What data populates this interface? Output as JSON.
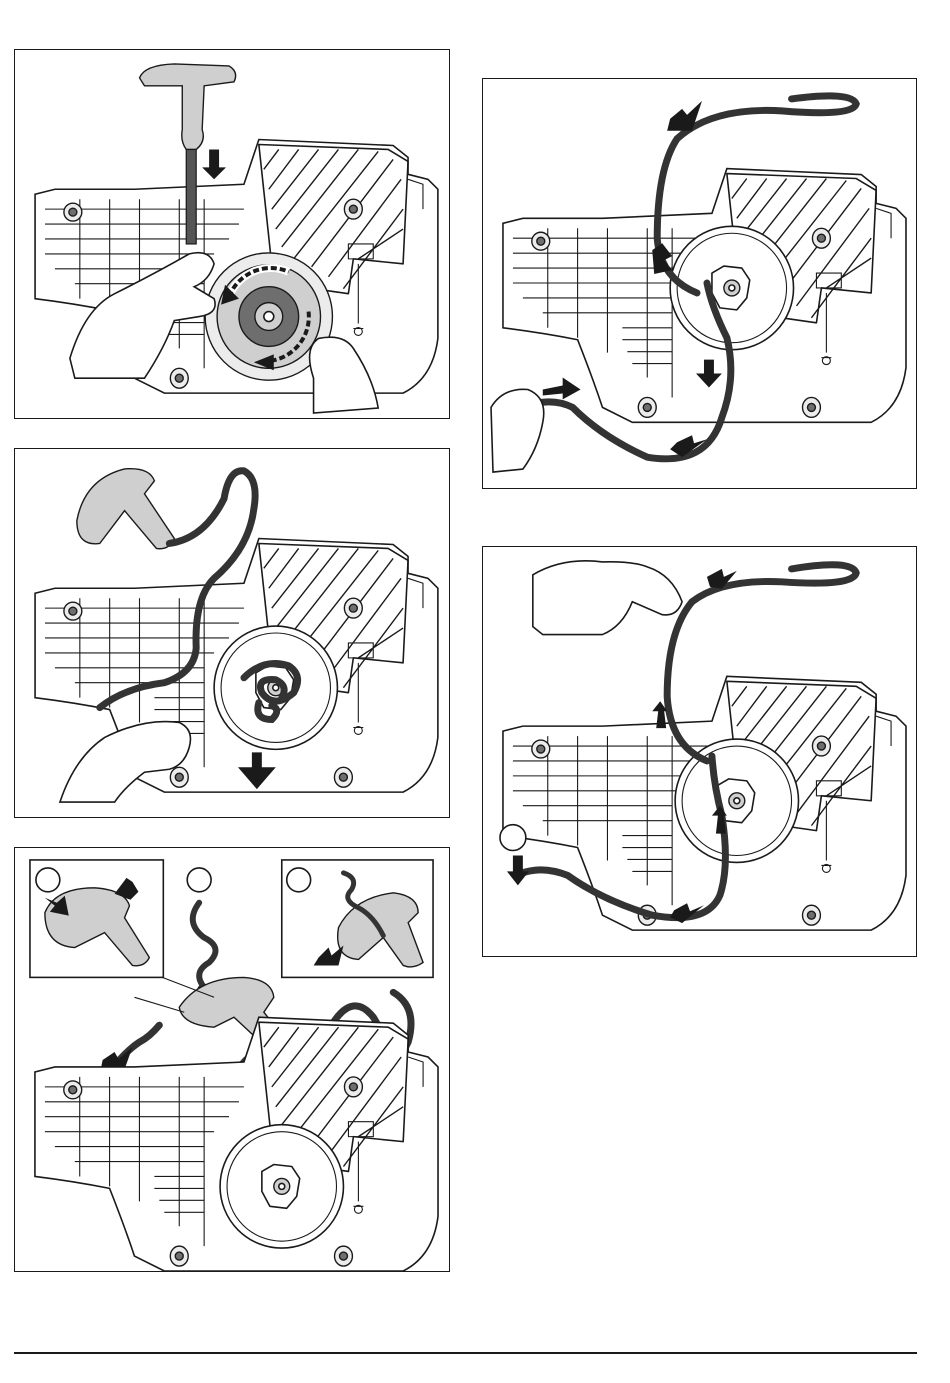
{
  "page": {
    "figures": [
      {
        "id": "fig-1"
      },
      {
        "id": "fig-2"
      },
      {
        "id": "fig-3"
      },
      {
        "id": "fig-4"
      },
      {
        "id": "fig-5"
      }
    ],
    "colors": {
      "ink": "#1a1a1a",
      "cord": "#333333",
      "shade": "#cfcfcf"
    }
  }
}
